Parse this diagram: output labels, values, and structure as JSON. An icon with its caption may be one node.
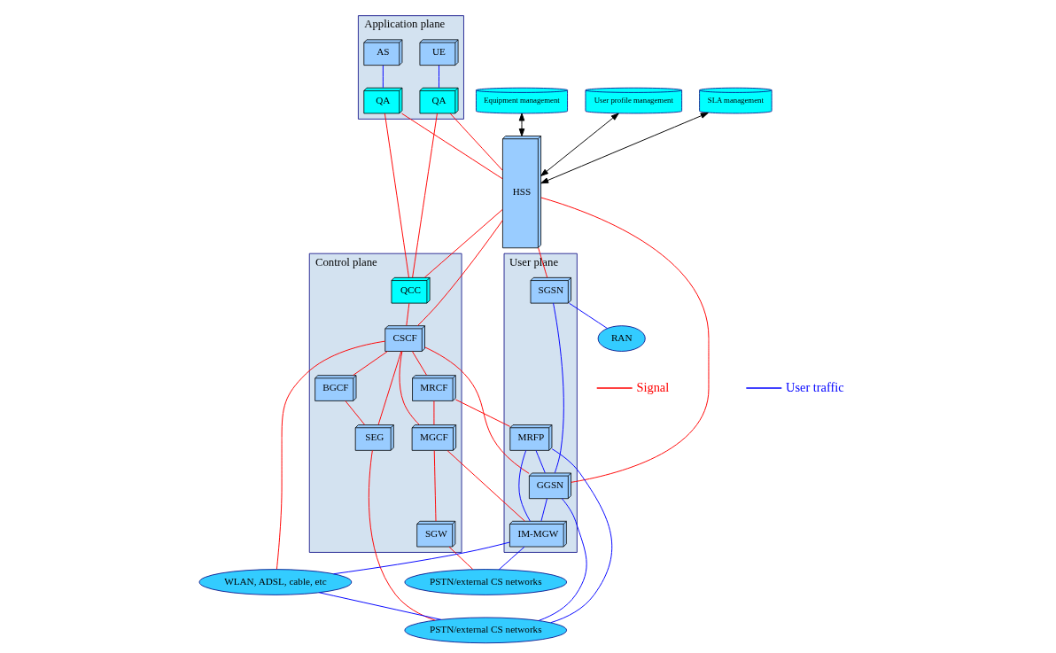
{
  "diagram": {
    "nodes": [
      {
        "text": [
          "Application plane"
        ]
      },
      {
        "text": [
          "AS"
        ],
        "in": 0
      },
      {
        "text": [
          "UE"
        ],
        "in": 0
      },
      {
        "text": [
          "QA"
        ],
        "in": 0
      },
      {
        "text": [
          "QA"
        ],
        "in": 0
      },
      {
        "text": [
          "Control plane"
        ]
      },
      {
        "text": [
          "QCC"
        ],
        "in": 5
      },
      {
        "text": [
          "HSS"
        ]
      },
      {
        "text": [
          "User profile management"
        ]
      },
      {
        "text": [
          "SLA management"
        ]
      },
      {
        "text": [
          "Equipment management"
        ]
      },
      {
        "text": [
          "CSCF"
        ],
        "in": 5
      },
      {
        "text": [
          "BGCF"
        ],
        "in": 5
      },
      {
        "text": [
          "SEG"
        ],
        "in": 5
      },
      {
        "text": [
          "PSTN/external CS networks"
        ]
      },
      {
        "text": [
          "MRCF"
        ],
        "in": 5
      },
      {
        "text": [
          "MGCF"
        ],
        "in": 5
      },
      {
        "text": [
          "SGW"
        ],
        "in": 5
      },
      {
        "text": [
          "User plane"
        ]
      },
      {
        "text": [
          "MRFP"
        ],
        "in": 18
      },
      {
        "text": [
          "SGSN"
        ],
        "in": 18
      },
      {
        "text": [
          "GGSN"
        ],
        "in": 18
      },
      {
        "text": [
          "IM-MGW"
        ],
        "in": 18
      },
      {
        "text": [
          "PSTN/external CS networks"
        ]
      },
      {
        "text": [
          "RAN"
        ]
      },
      {
        "text": [
          "WLAN, ADSL, cable, etc"
        ]
      }
    ],
    "edges": [
      {
        "from": 1,
        "to": 3,
        "arrow": "none",
        "color": "#0000ff"
      },
      {
        "from": 2,
        "to": 4,
        "arrow": "none",
        "color": "#0000ff"
      },
      {
        "from": 3,
        "to": 7,
        "arrow": "none"
      },
      {
        "from": 3,
        "to": 6,
        "arrow": "none"
      },
      {
        "from": 4,
        "to": 7,
        "arrow": "none"
      },
      {
        "from": 4,
        "to": 6,
        "arrow": "none"
      },
      {
        "from": 7,
        "to": 6,
        "arrow": "none"
      },
      {
        "from": 6,
        "to": 11,
        "arrow": "none"
      },
      {
        "from": 7,
        "to": 11,
        "arrow": "none"
      },
      {
        "from": 11,
        "to": 12,
        "arrow": "none"
      },
      {
        "from": 12,
        "to": 13,
        "arrow": "none"
      },
      {
        "from": 11,
        "to": 13,
        "arrow": "none"
      },
      {
        "from": 13,
        "to": 14,
        "arrow": "none"
      },
      {
        "from": 11,
        "to": 15,
        "arrow": "none"
      },
      {
        "from": 11,
        "to": 16,
        "arrow": "none"
      },
      {
        "from": 15,
        "to": 16,
        "arrow": "none"
      },
      {
        "from": 16,
        "to": 17,
        "arrow": "none"
      },
      {
        "from": 17,
        "to": 23,
        "arrow": "none"
      },
      {
        "from": 15,
        "to": 19,
        "arrow": "none"
      },
      {
        "from": 11,
        "to": 21,
        "arrow": "none"
      },
      {
        "from": 7,
        "to": 21,
        "arrow": "none"
      },
      {
        "from": 7,
        "to": 20,
        "arrow": "none"
      },
      {
        "from": 16,
        "to": 22,
        "arrow": "none"
      },
      {
        "from": 11,
        "to": 25,
        "arrow": "none"
      },
      {
        "from": 8,
        "to": 7,
        "arrow": "both",
        "color": "#000000"
      },
      {
        "from": 9,
        "to": 7,
        "arrow": "both",
        "color": "#000000"
      },
      {
        "from": 10,
        "to": 7,
        "arrow": "both",
        "color": "#000000"
      },
      {
        "from": 20,
        "to": 21,
        "arrow": "none",
        "color": "#0000ff"
      },
      {
        "from": 20,
        "to": 24,
        "arrow": "none",
        "color": "#0000ff"
      },
      {
        "from": 21,
        "to": 22,
        "arrow": "none",
        "color": "#0000ff"
      },
      {
        "from": 22,
        "to": 23,
        "arrow": "none",
        "color": "#0000ff"
      },
      {
        "from": 22,
        "to": 25,
        "arrow": "none",
        "color": "#0000ff"
      },
      {
        "from": 19,
        "to": 22,
        "arrow": "none",
        "color": "#0000ff"
      },
      {
        "from": 19,
        "to": 21,
        "arrow": "none",
        "color": "#0000ff"
      },
      {
        "from": 19,
        "to": 14,
        "arrow": "none",
        "color": "#0000ff"
      },
      {
        "from": 21,
        "to": 14,
        "arrow": "none",
        "color": "#0000ff"
      },
      {
        "from": 25,
        "to": 14,
        "arrow": "none",
        "color": "#0000ff"
      }
    ],
    "legend": [
      {
        "text": "Signal"
      },
      {
        "text": "User traffic"
      }
    ]
  }
}
